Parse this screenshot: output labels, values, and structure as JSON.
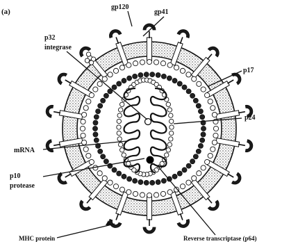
{
  "figure": {
    "panel_label": "(a)",
    "labels": {
      "gp120": "gp120",
      "gp41": "gp41",
      "p32": "p32",
      "integrase": "integrase",
      "p17": "p17",
      "p24": "p24",
      "rna": "mRNA",
      "p10": "p10",
      "protease": "protease",
      "mhc_protein": "MHC protein",
      "reverse_transcriptase": "Reverse transcriptase (p64)"
    }
  }
}
